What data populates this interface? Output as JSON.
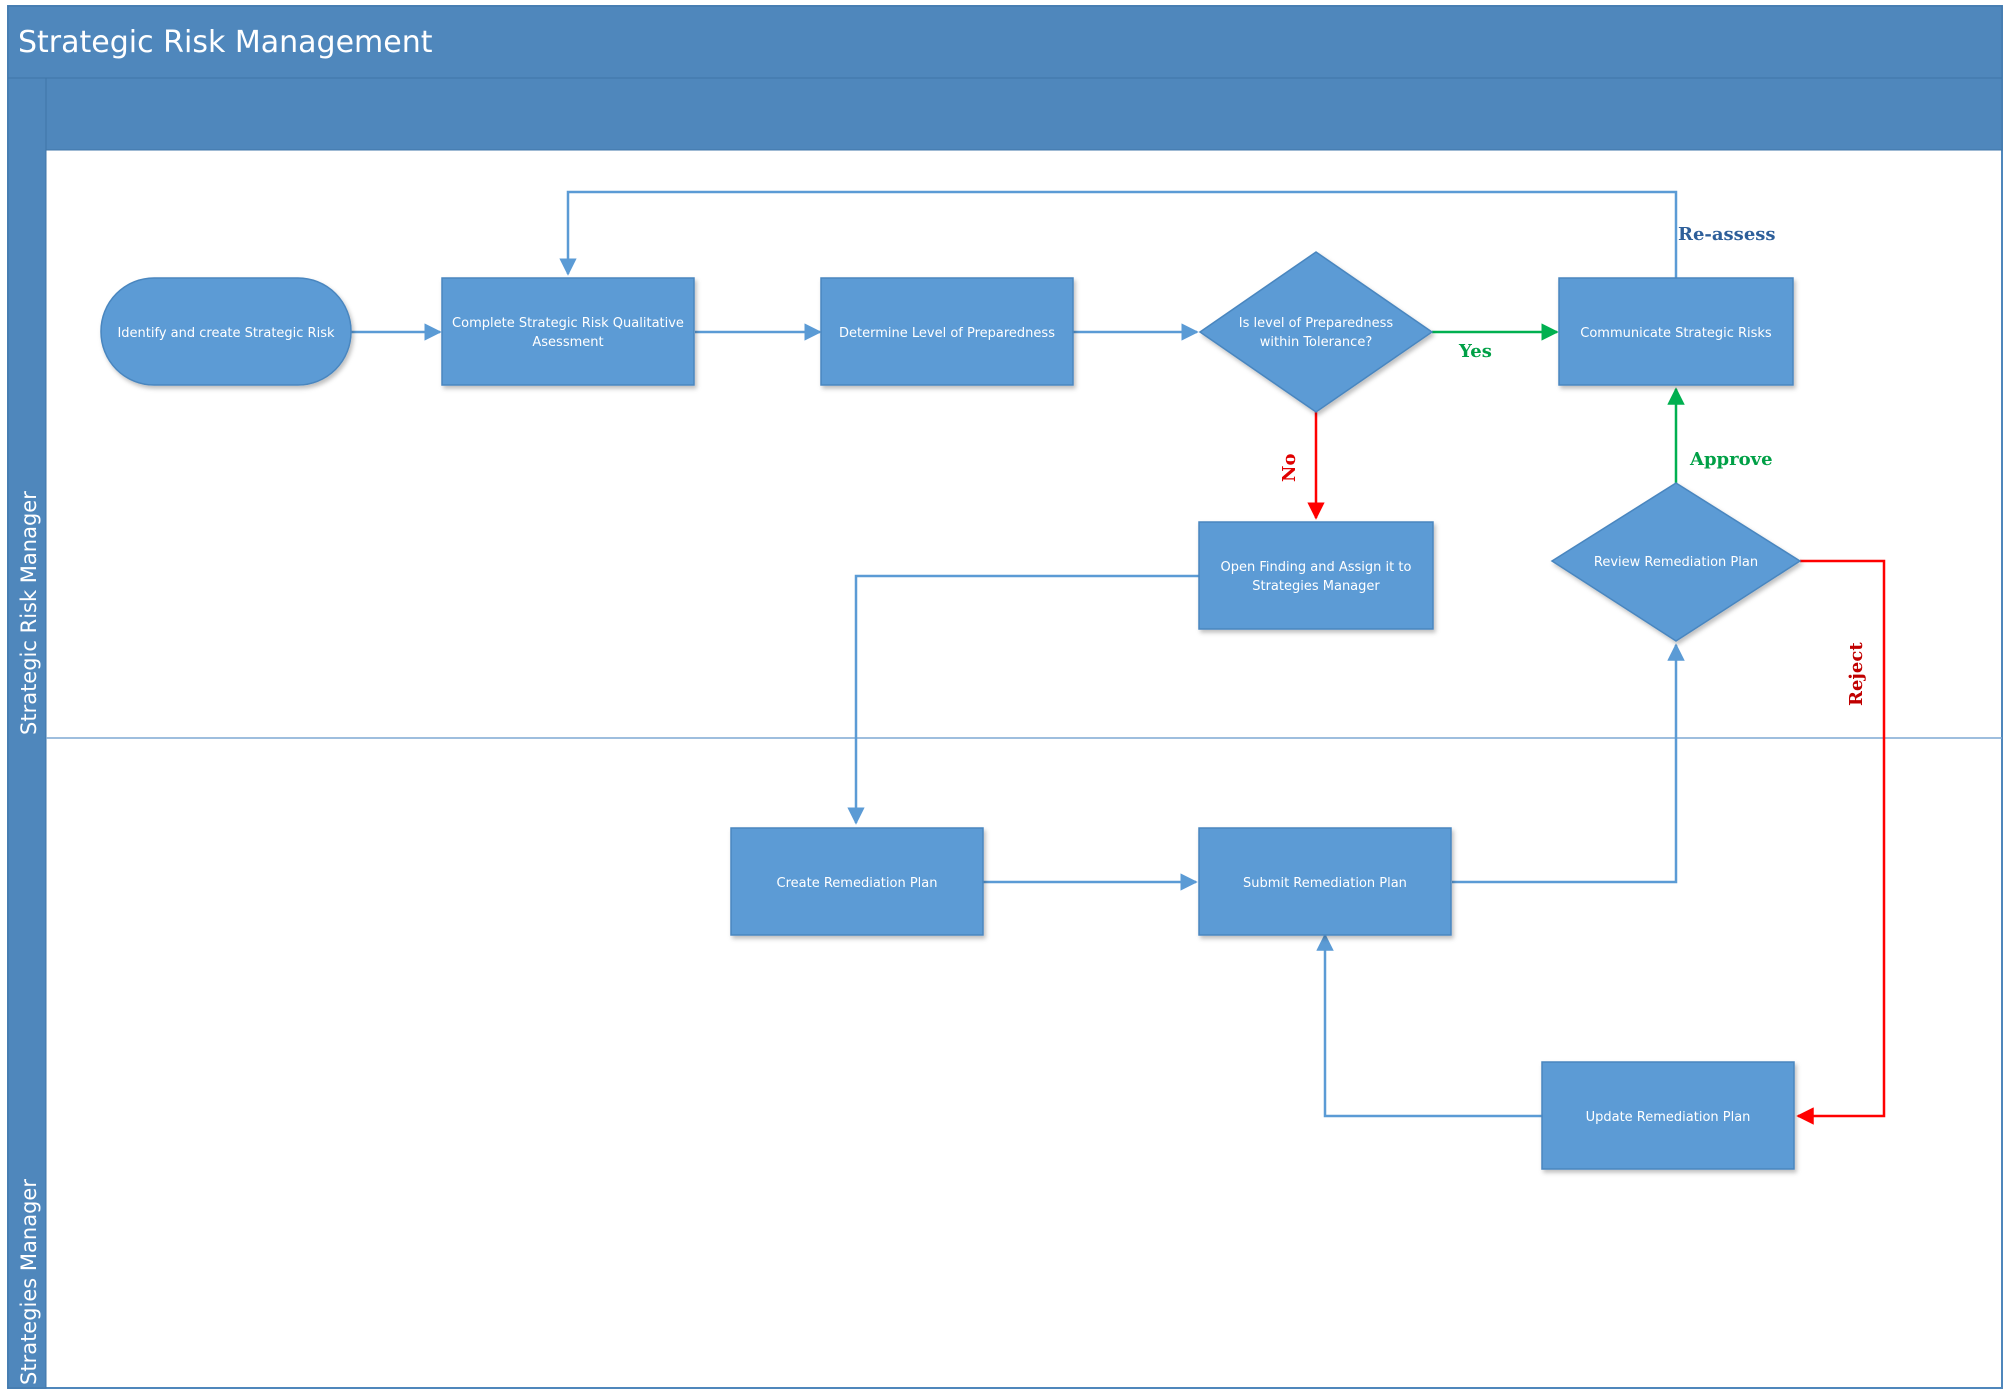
{
  "header": {
    "title": "Strategic Risk Management"
  },
  "lanes": [
    {
      "id": "srm",
      "label": "Strategic Risk Manager"
    },
    {
      "id": "sm",
      "label": "Strategies Manager"
    }
  ],
  "nodes": {
    "identify": {
      "label": "Identify and create Strategic Risk"
    },
    "complete": {
      "line1": "Complete Strategic Risk Qualitative",
      "line2": "Asessment"
    },
    "determine": {
      "label": "Determine Level of Preparedness"
    },
    "decision_tol": {
      "line1": "Is level of Preparedness",
      "line2": "within Tolerance?"
    },
    "communicate": {
      "label": "Communicate Strategic Risks"
    },
    "open_finding": {
      "line1": "Open Finding and Assign it to",
      "line2": "Strategies Manager"
    },
    "review": {
      "label": "Review Remediation Plan"
    },
    "create": {
      "label": "Create Remediation Plan"
    },
    "submit": {
      "label": "Submit Remediation Plan"
    },
    "update": {
      "label": "Update Remediation Plan"
    }
  },
  "edge_labels": {
    "yes": "Yes",
    "no": "No",
    "approve": "Approve",
    "reject": "Reject",
    "reassess": "Re-assess"
  },
  "colors": {
    "header": "#4f87bc",
    "shape": "#5b9bd5",
    "shape_border": "#4a86bf",
    "connector": "#5b9bd5",
    "yes_green": "#00b050",
    "no_red": "#ff0000",
    "reassess_blue": "#2e5f9a"
  }
}
